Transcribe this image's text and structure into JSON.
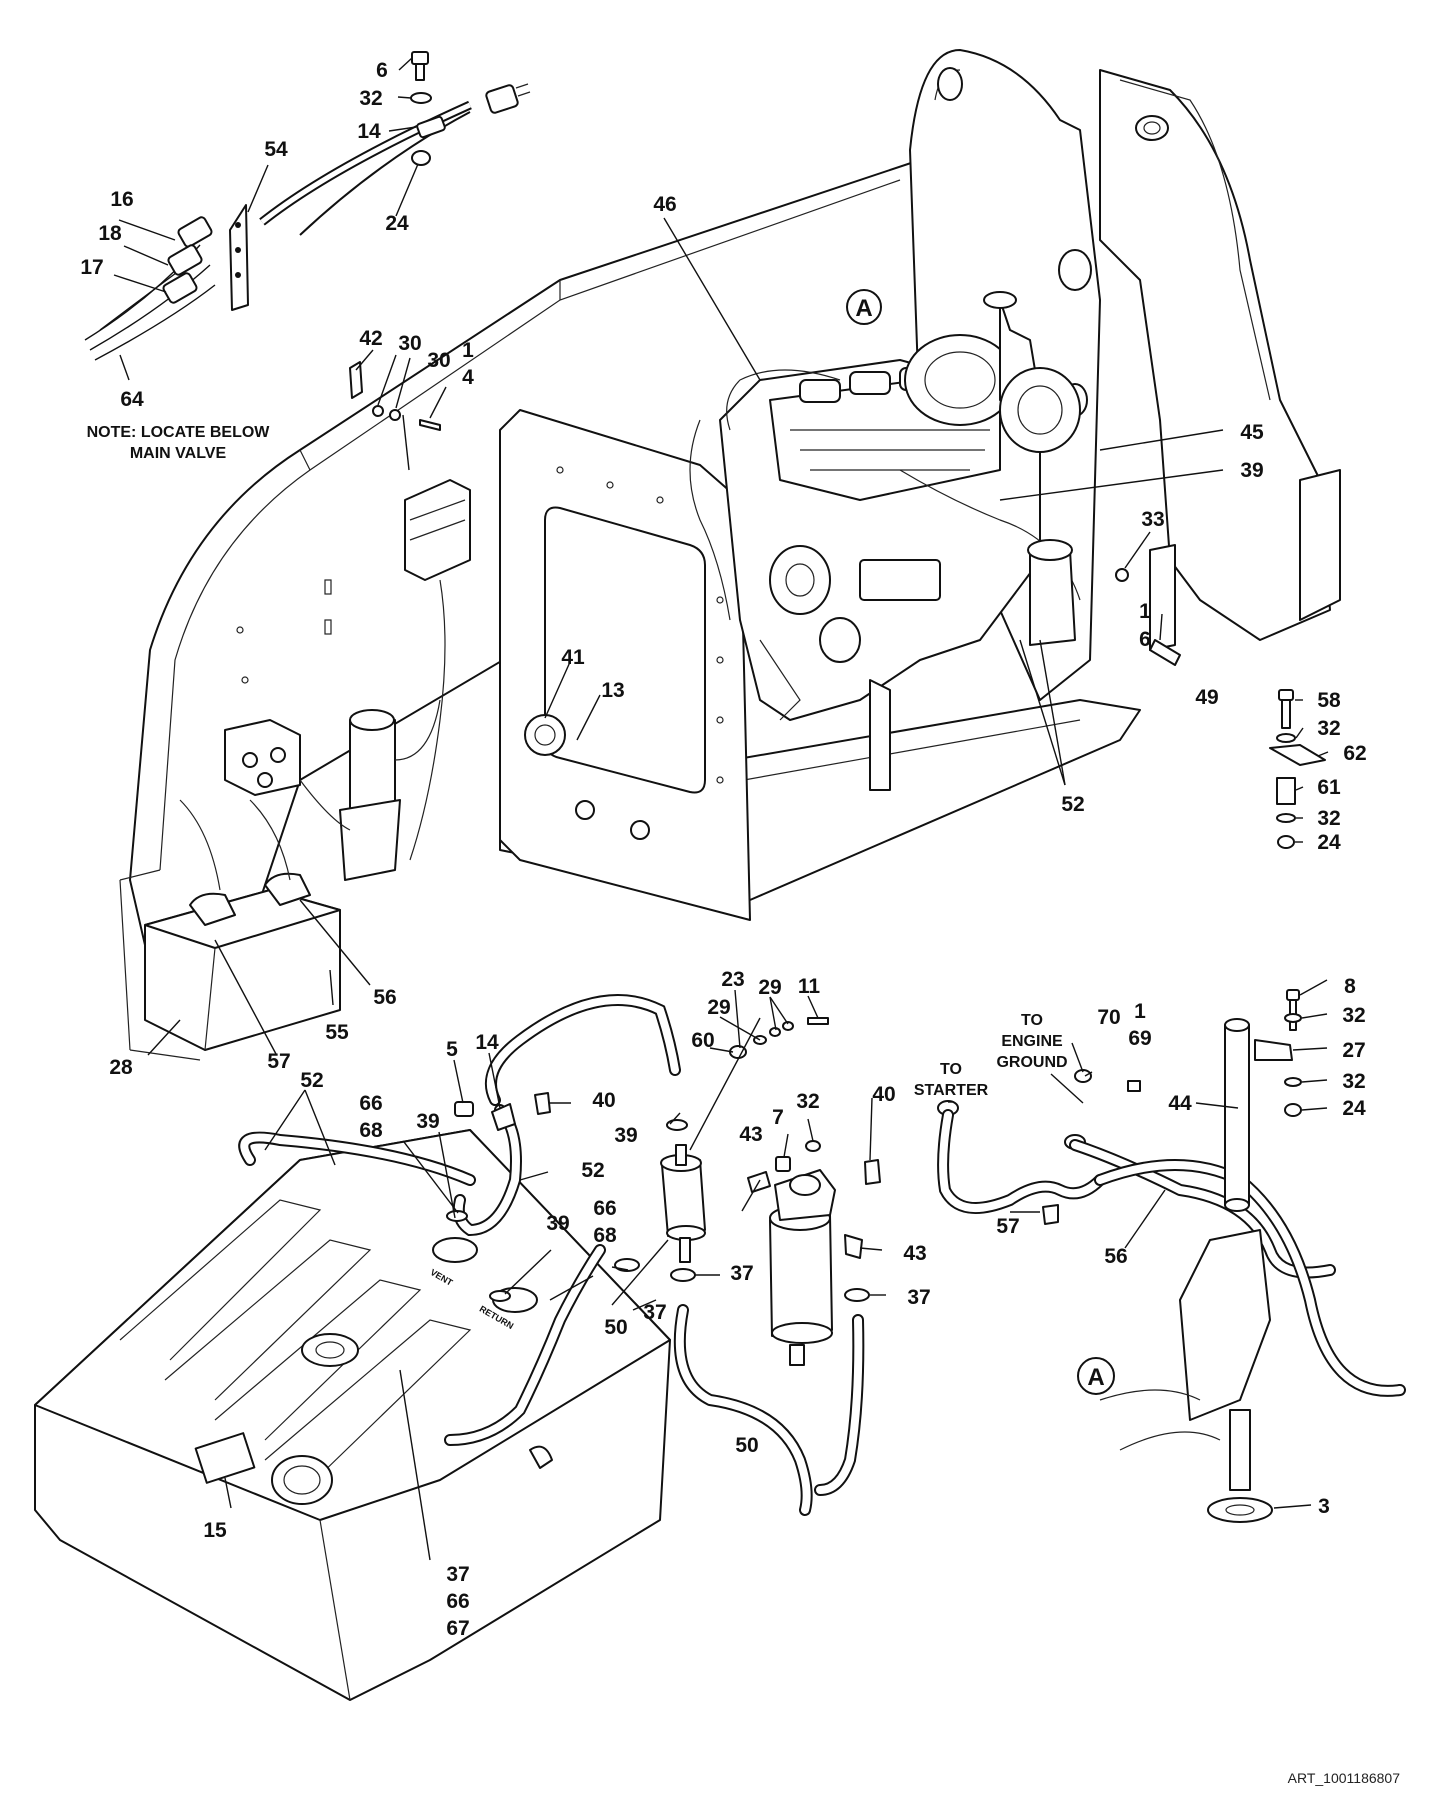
{
  "notes": {
    "locate_line1": "NOTE: LOCATE BELOW",
    "locate_line2": "MAIN VALVE",
    "to_starter_line1": "TO",
    "to_starter_line2": "STARTER",
    "to_ground_line1": "TO",
    "to_ground_line2": "ENGINE",
    "to_ground_line3": "GROUND",
    "tank_vent": "VENT",
    "tank_return": "RETURN"
  },
  "detail_marker": "A",
  "art_id": "ART_1001186807",
  "callouts": {
    "c6a": "6",
    "c32a": "32",
    "c14a": "14",
    "c24a": "24",
    "c54": "54",
    "c16": "16",
    "c18": "18",
    "c17": "17",
    "c64": "64",
    "c46": "46",
    "c42": "42",
    "c30a": "30",
    "c30b": "30",
    "c1a": "1",
    "c4": "4",
    "c45": "45",
    "c39a": "39",
    "c33": "33",
    "c1b": "1",
    "c6b": "6",
    "c49": "49",
    "c41": "41",
    "c13": "13",
    "c52a": "52",
    "c58": "58",
    "c32b": "32",
    "c62": "62",
    "c61": "61",
    "c32c": "32",
    "c24b": "24",
    "c56a": "56",
    "c55": "55",
    "c28": "28",
    "c57a": "57",
    "c52b": "52",
    "c23": "23",
    "c29a": "29",
    "c29b": "29",
    "c11": "11",
    "c60": "60",
    "c5": "5",
    "c14b": "14",
    "c40a": "40",
    "c66a": "66",
    "c68a": "68",
    "c39b": "39",
    "c39c": "39",
    "c52c": "52",
    "c43a": "43",
    "c7": "7",
    "c32d": "32",
    "c40b": "40",
    "c66b": "66",
    "c68b": "68",
    "c39d": "39",
    "c50a": "50",
    "c37a": "37",
    "c37b": "37",
    "c43b": "43",
    "c37c": "37",
    "c50b": "50",
    "c15": "15",
    "c37d": "37",
    "c66c": "66",
    "c67": "67",
    "c70": "70",
    "c1c": "1",
    "c69": "69",
    "c8": "8",
    "c32e": "32",
    "c27": "27",
    "c32f": "32",
    "c24c": "24",
    "c44": "44",
    "c57b": "57",
    "c56b": "56",
    "c3": "3"
  }
}
